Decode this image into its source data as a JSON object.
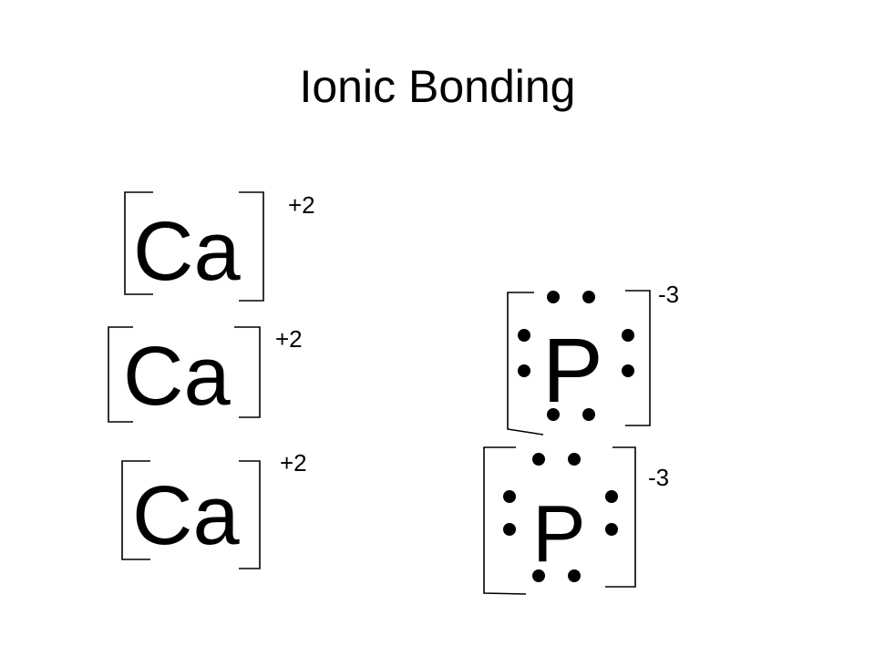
{
  "title": "Ionic Bonding",
  "ions": [
    {
      "symbol": "Ca",
      "charge": "+2",
      "valence_electrons": 0
    },
    {
      "symbol": "Ca",
      "charge": "+2",
      "valence_electrons": 0
    },
    {
      "symbol": "Ca",
      "charge": "+2",
      "valence_electrons": 0
    },
    {
      "symbol": "P",
      "charge": "-3",
      "valence_electrons": 8
    },
    {
      "symbol": "P",
      "charge": "-3",
      "valence_electrons": 8
    }
  ]
}
